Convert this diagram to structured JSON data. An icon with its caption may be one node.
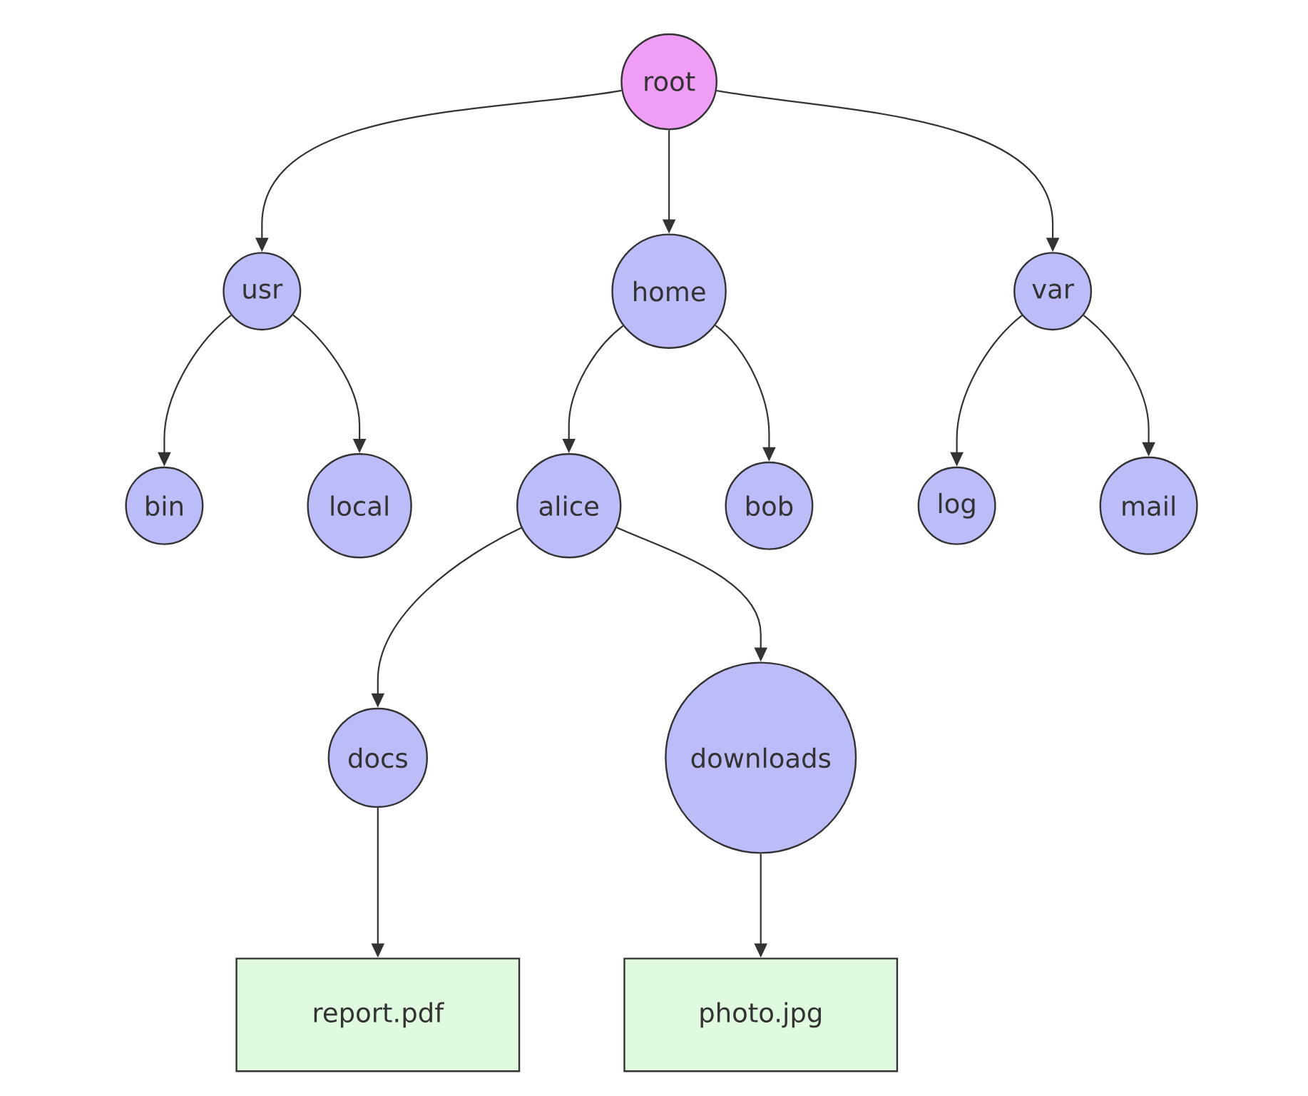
{
  "diagram": {
    "nodes": [
      {
        "text": [
          "root"
        ]
      },
      {
        "text": [
          "usr"
        ]
      },
      {
        "text": [
          "home"
        ]
      },
      {
        "text": [
          "var"
        ]
      },
      {
        "text": [
          "bin"
        ]
      },
      {
        "text": [
          "local"
        ]
      },
      {
        "text": [
          "alice"
        ]
      },
      {
        "text": [
          "bob"
        ]
      },
      {
        "text": [
          "log"
        ]
      },
      {
        "text": [
          "mail"
        ]
      },
      {
        "text": [
          "docs"
        ]
      },
      {
        "text": [
          "downloads"
        ]
      },
      {
        "text": [
          "report.pdf"
        ]
      },
      {
        "text": [
          "photo.jpg"
        ]
      }
    ],
    "edges": [
      {
        "from": 0,
        "to": 1,
        "arrow": "to"
      },
      {
        "from": 0,
        "to": 2,
        "arrow": "to"
      },
      {
        "from": 0,
        "to": 3,
        "arrow": "to"
      },
      {
        "from": 1,
        "to": 4,
        "arrow": "to"
      },
      {
        "from": 1,
        "to": 5,
        "arrow": "to"
      },
      {
        "from": 2,
        "to": 6,
        "arrow": "to"
      },
      {
        "from": 2,
        "to": 7,
        "arrow": "to"
      },
      {
        "from": 3,
        "to": 8,
        "arrow": "to"
      },
      {
        "from": 3,
        "to": 9,
        "arrow": "to"
      },
      {
        "from": 6,
        "to": 10,
        "arrow": "to"
      },
      {
        "from": 6,
        "to": 11,
        "arrow": "to"
      },
      {
        "from": 10,
        "to": 12,
        "arrow": "to"
      },
      {
        "from": 11,
        "to": 13,
        "arrow": "to"
      }
    ]
  }
}
